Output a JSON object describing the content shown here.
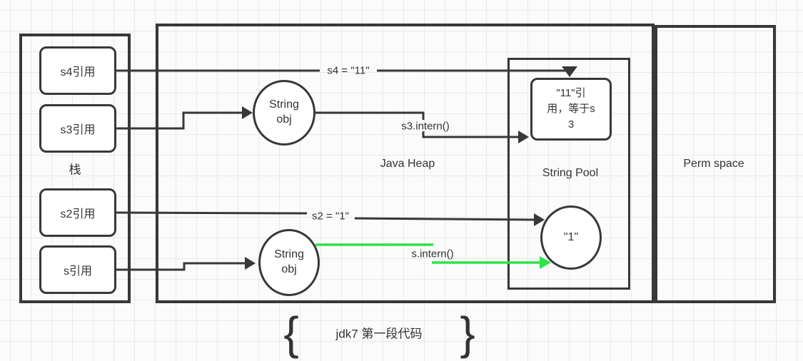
{
  "colors": {
    "stroke": "#383838",
    "green_arrow": "#2ee24a",
    "text": "#333333"
  },
  "stack": {
    "title": "栈",
    "refs": [
      {
        "label": "s4引用"
      },
      {
        "label": "s3引用"
      },
      {
        "label": "s2引用"
      },
      {
        "label": "s引用"
      }
    ]
  },
  "heap": {
    "title": "Java Heap",
    "string_obj_top": {
      "line1": "String",
      "line2": "obj"
    },
    "string_obj_bottom": {
      "line1": "String",
      "line2": "obj"
    }
  },
  "string_pool": {
    "title": "String Pool",
    "interned_11": {
      "line1": "\"11\"引",
      "line2": "用，等于s",
      "line3": "3"
    },
    "interned_1": {
      "label": "\"1\""
    }
  },
  "perm": {
    "title": "Perm space"
  },
  "edge_labels": {
    "s4": "s4 = \"11\"",
    "s3_intern": "s3.intern()",
    "s2": "s2 = \"1\"",
    "s_intern": "s.intern()"
  },
  "caption": {
    "open_brace": "{",
    "text": "jdk7 第一段代码",
    "close_brace": "}"
  }
}
